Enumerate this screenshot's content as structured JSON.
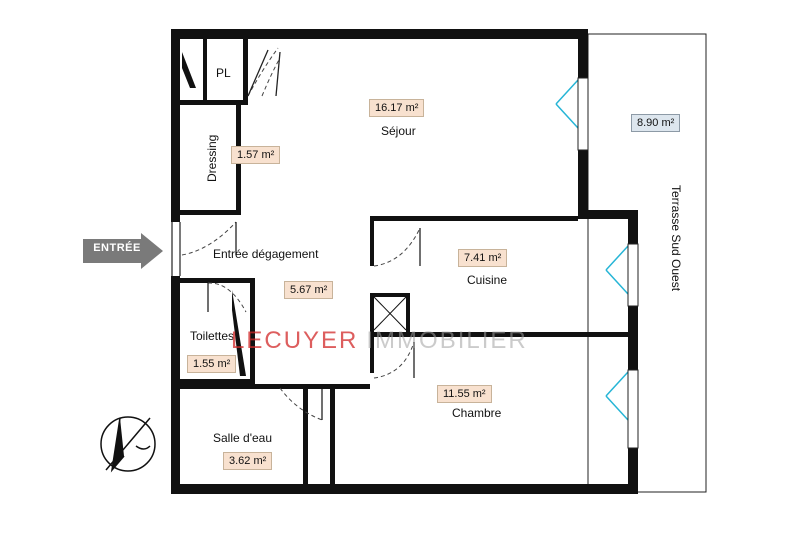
{
  "rooms": {
    "sejour": {
      "name": "Séjour",
      "area": "16.17 m²"
    },
    "dressing": {
      "name": "Dressing",
      "area": "1.57 m²"
    },
    "placard": {
      "name": "PL"
    },
    "entree": {
      "name": "Entrée dégagement",
      "area": "5.67 m²"
    },
    "cuisine": {
      "name": "Cuisine",
      "area": "7.41 m²"
    },
    "toilettes": {
      "name": "Toilettes",
      "area": "1.55 m²"
    },
    "chambre": {
      "name": "Chambre",
      "area": "11.55 m²"
    },
    "salle_eau": {
      "name": "Salle d'eau",
      "area": "3.62 m²"
    },
    "terrasse": {
      "name": "Terrasse Sud Ouest",
      "area": "8.90 m²"
    }
  },
  "entry_label": "ENTRÉE",
  "watermark": {
    "part1": "LECUYER",
    "part2": "IMMOBILIER"
  },
  "colors": {
    "wall": "#111111",
    "window": "#26b5d6",
    "room_tag": "#f8e1cf",
    "terrace_tag": "#dde6ee",
    "entry_arrow": "#7a7a7a",
    "watermark_red": "#d22828"
  }
}
